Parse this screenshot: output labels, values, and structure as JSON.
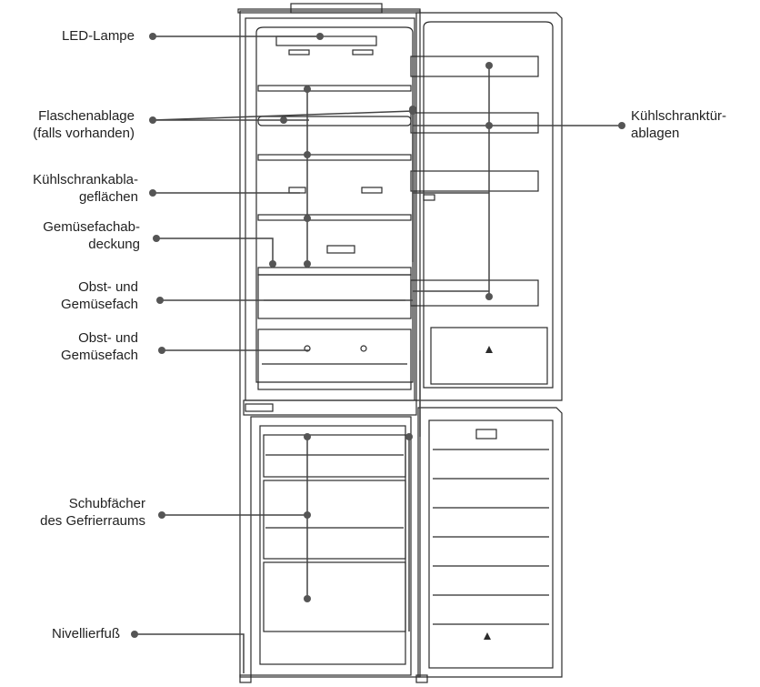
{
  "labels": {
    "led_lamp": "LED-Lampe",
    "bottle_rack": [
      "Flaschenablage",
      "(falls vorhanden)"
    ],
    "fridge_shelves": [
      "Kühlschrankabla-",
      "geflächen"
    ],
    "crisper_cover": [
      "Gemüsefachab-",
      "deckung"
    ],
    "crisper_1": [
      "Obst- und",
      "Gemüsefach"
    ],
    "crisper_2": [
      "Obst- und",
      "Gemüsefach"
    ],
    "freezer_drawers": [
      "Schubfächer",
      "des Gefrierraums"
    ],
    "leveling_foot": "Nivellierfuß",
    "door_shelves": [
      "Kühlschranktür-",
      "ablagen"
    ]
  },
  "colors": {
    "line": "#444444",
    "dot": "#555555",
    "outline": "#2b2b2b",
    "text": "#222222"
  }
}
